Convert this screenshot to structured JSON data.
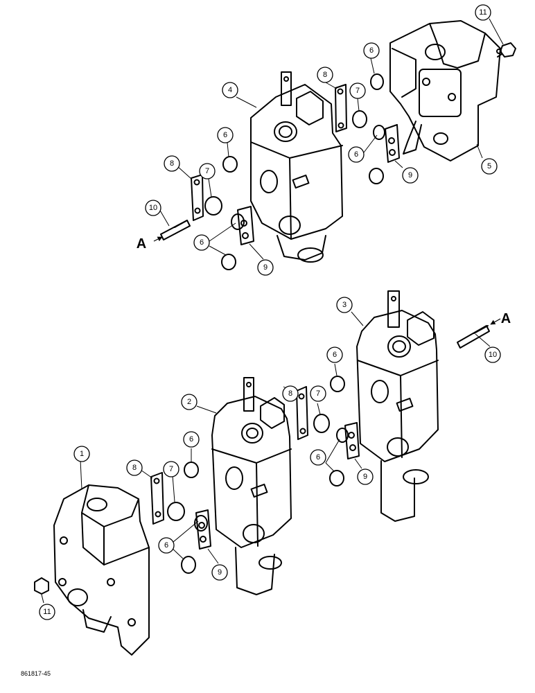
{
  "figure_ref": "861817-45",
  "section_letter": "A",
  "callouts": [
    "1",
    "2",
    "3",
    "4",
    "5",
    "6",
    "7",
    "8",
    "9",
    "10",
    "11"
  ],
  "colors": {
    "ink": "#000000",
    "paper": "#ffffff"
  }
}
